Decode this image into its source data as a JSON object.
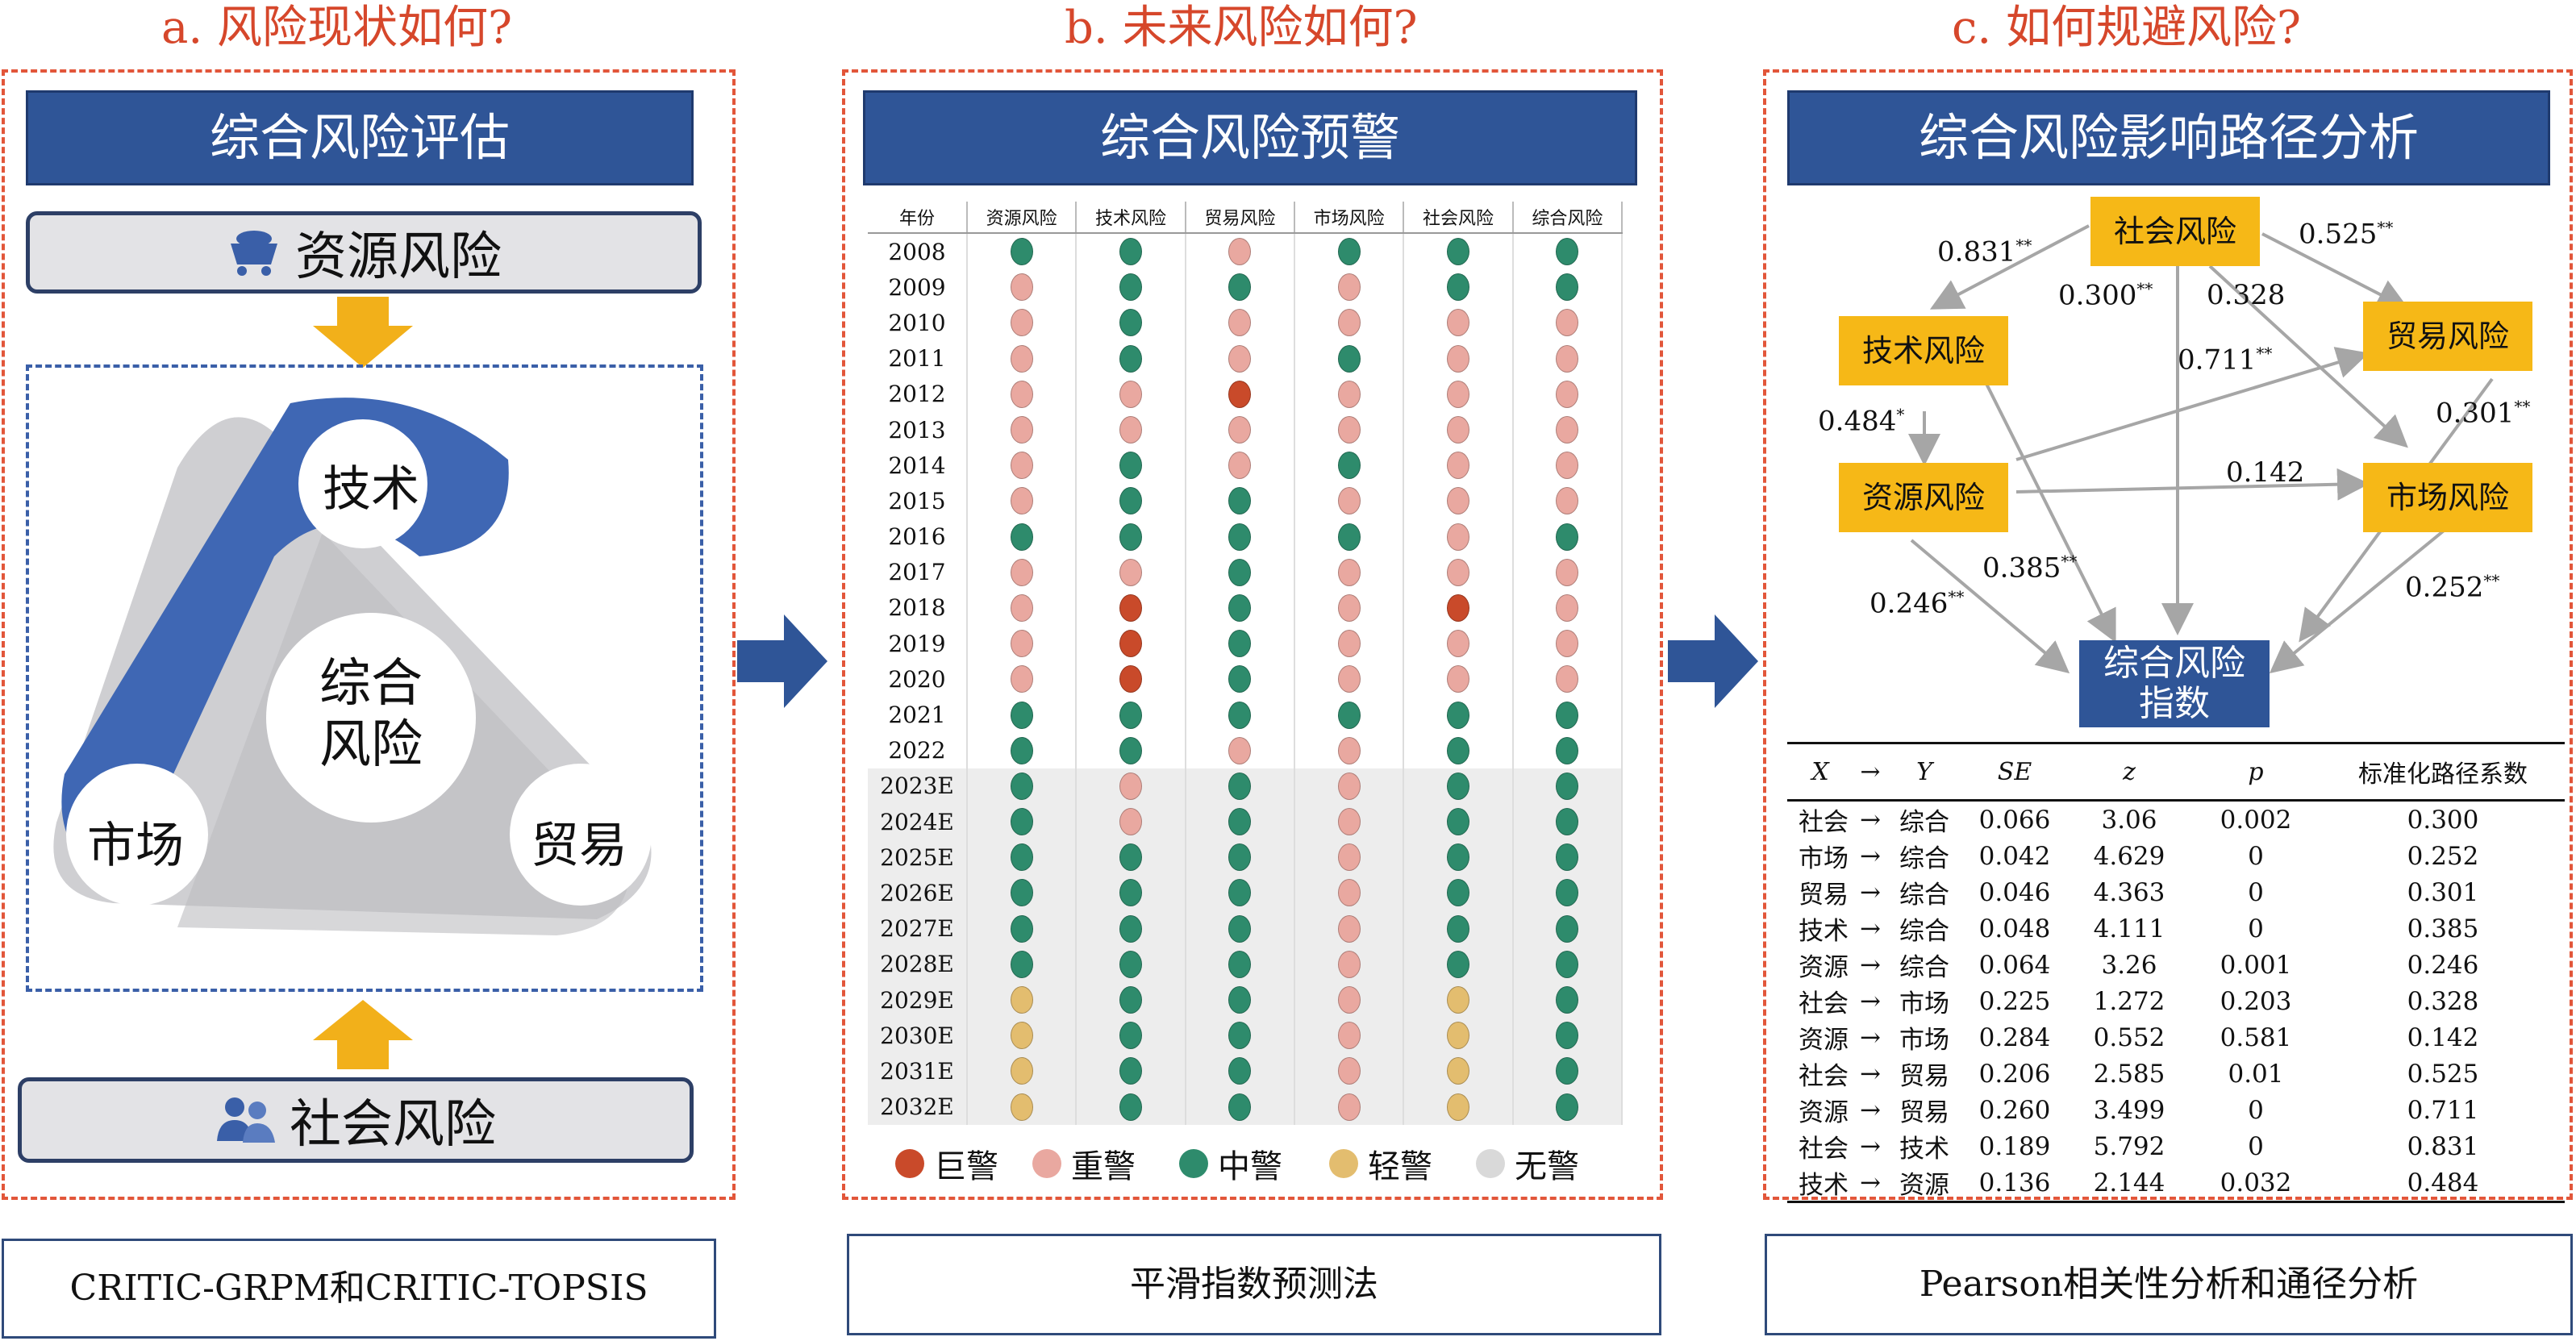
{
  "titles": {
    "a": "a. 风险现状如何?",
    "b": "b. 未来风险如何?",
    "c": "c. 如何规避风险?"
  },
  "panel_a": {
    "banner": "综合风险评估",
    "top_box": "资源风险",
    "bottom_box": "社会风险",
    "center": [
      "综合",
      "风险"
    ],
    "nodes": {
      "tech": "技术",
      "market": "市场",
      "trade": "贸易"
    },
    "footer": "CRITIC-GRPM和CRITIC-TOPSIS"
  },
  "panel_b": {
    "banner": "综合风险预警",
    "header": [
      "年份",
      "资源风险",
      "技术风险",
      "贸易风险",
      "市场风险",
      "社会风险",
      "综合风险"
    ],
    "colors": {
      "巨": "#c94a2a",
      "重": "#e9a8a0",
      "中": "#2e8b6c",
      "轻": "#e3bd6f",
      "无": "#d9d9d9"
    },
    "rows": [
      {
        "year": "2008",
        "levels": [
          "中",
          "中",
          "重",
          "中",
          "中",
          "中"
        ]
      },
      {
        "year": "2009",
        "levels": [
          "重",
          "中",
          "中",
          "重",
          "中",
          "中"
        ]
      },
      {
        "year": "2010",
        "levels": [
          "重",
          "中",
          "重",
          "重",
          "重",
          "重"
        ]
      },
      {
        "year": "2011",
        "levels": [
          "重",
          "中",
          "重",
          "中",
          "重",
          "重"
        ]
      },
      {
        "year": "2012",
        "levels": [
          "重",
          "重",
          "巨",
          "重",
          "重",
          "重"
        ]
      },
      {
        "year": "2013",
        "levels": [
          "重",
          "重",
          "重",
          "重",
          "重",
          "重"
        ]
      },
      {
        "year": "2014",
        "levels": [
          "重",
          "中",
          "重",
          "中",
          "重",
          "重"
        ]
      },
      {
        "year": "2015",
        "levels": [
          "重",
          "中",
          "中",
          "重",
          "重",
          "重"
        ]
      },
      {
        "year": "2016",
        "levels": [
          "中",
          "中",
          "中",
          "中",
          "重",
          "中"
        ]
      },
      {
        "year": "2017",
        "levels": [
          "重",
          "重",
          "中",
          "重",
          "重",
          "重"
        ]
      },
      {
        "year": "2018",
        "levels": [
          "重",
          "巨",
          "中",
          "重",
          "巨",
          "重"
        ]
      },
      {
        "year": "2019",
        "levels": [
          "重",
          "巨",
          "中",
          "重",
          "重",
          "重"
        ]
      },
      {
        "year": "2020",
        "levels": [
          "重",
          "巨",
          "中",
          "重",
          "重",
          "重"
        ]
      },
      {
        "year": "2021",
        "levels": [
          "中",
          "中",
          "中",
          "中",
          "中",
          "中"
        ]
      },
      {
        "year": "2022",
        "levels": [
          "中",
          "中",
          "重",
          "重",
          "中",
          "中"
        ]
      },
      {
        "year": "2023E",
        "levels": [
          "中",
          "重",
          "中",
          "重",
          "中",
          "中"
        ]
      },
      {
        "year": "2024E",
        "levels": [
          "中",
          "重",
          "中",
          "重",
          "中",
          "中"
        ]
      },
      {
        "year": "2025E",
        "levels": [
          "中",
          "中",
          "中",
          "重",
          "中",
          "中"
        ]
      },
      {
        "year": "2026E",
        "levels": [
          "中",
          "中",
          "中",
          "重",
          "中",
          "中"
        ]
      },
      {
        "year": "2027E",
        "levels": [
          "中",
          "中",
          "中",
          "重",
          "中",
          "中"
        ]
      },
      {
        "year": "2028E",
        "levels": [
          "中",
          "中",
          "中",
          "重",
          "中",
          "中"
        ]
      },
      {
        "year": "2029E",
        "levels": [
          "轻",
          "中",
          "中",
          "重",
          "轻",
          "中"
        ]
      },
      {
        "year": "2030E",
        "levels": [
          "轻",
          "中",
          "中",
          "重",
          "轻",
          "中"
        ]
      },
      {
        "year": "2031E",
        "levels": [
          "轻",
          "中",
          "中",
          "重",
          "轻",
          "中"
        ]
      },
      {
        "year": "2032E",
        "levels": [
          "轻",
          "中",
          "中",
          "重",
          "轻",
          "中"
        ]
      }
    ],
    "legend": [
      {
        "key": "巨",
        "label": "巨警"
      },
      {
        "key": "重",
        "label": "重警"
      },
      {
        "key": "中",
        "label": "中警"
      },
      {
        "key": "轻",
        "label": "轻警"
      },
      {
        "key": "无",
        "label": "无警"
      }
    ],
    "footer": "平滑指数预测法"
  },
  "panel_c": {
    "banner": "综合风险影响路径分析",
    "nodes": {
      "social": "社会风险",
      "tech": "技术风险",
      "trade": "贸易风险",
      "resource": "资源风险",
      "market": "市场风险",
      "index": [
        "综合风险",
        "指数"
      ]
    },
    "coefs": {
      "social_tech": "0.831",
      "social_tech_sig": "**",
      "social_trade": "0.525",
      "social_trade_sig": "**",
      "social_index": "0.300",
      "social_index_sig": "**",
      "social_market": "0.328",
      "resource_trade": "0.711",
      "resource_trade_sig": "**",
      "tech_resource": "0.484",
      "tech_resource_sig": "*",
      "trade_index": "0.301",
      "trade_index_sig": "**",
      "resource_market": "0.142",
      "tech_index": "0.385",
      "tech_index_sig": "**",
      "resource_index": "0.246",
      "resource_index_sig": "**",
      "market_index": "0.252",
      "market_index_sig": "**"
    },
    "table": {
      "headers": [
        "X",
        "→",
        "Y",
        "SE",
        "z",
        "p",
        "标准化路径系数"
      ],
      "rows": [
        [
          "社会",
          "→",
          "综合",
          "0.066",
          "3.06",
          "0.002",
          "0.300"
        ],
        [
          "市场",
          "→",
          "综合",
          "0.042",
          "4.629",
          "0",
          "0.252"
        ],
        [
          "贸易",
          "→",
          "综合",
          "0.046",
          "4.363",
          "0",
          "0.301"
        ],
        [
          "技术",
          "→",
          "综合",
          "0.048",
          "4.111",
          "0",
          "0.385"
        ],
        [
          "资源",
          "→",
          "综合",
          "0.064",
          "3.26",
          "0.001",
          "0.246"
        ],
        [
          "社会",
          "→",
          "市场",
          "0.225",
          "1.272",
          "0.203",
          "0.328"
        ],
        [
          "资源",
          "→",
          "市场",
          "0.284",
          "0.552",
          "0.581",
          "0.142"
        ],
        [
          "社会",
          "→",
          "贸易",
          "0.206",
          "2.585",
          "0.01",
          "0.525"
        ],
        [
          "资源",
          "→",
          "贸易",
          "0.260",
          "3.499",
          "0",
          "0.711"
        ],
        [
          "社会",
          "→",
          "技术",
          "0.189",
          "5.792",
          "0",
          "0.831"
        ],
        [
          "技术",
          "→",
          "资源",
          "0.136",
          "2.144",
          "0.032",
          "0.484"
        ]
      ]
    },
    "footer": "Pearson相关性分析和通径分析"
  }
}
